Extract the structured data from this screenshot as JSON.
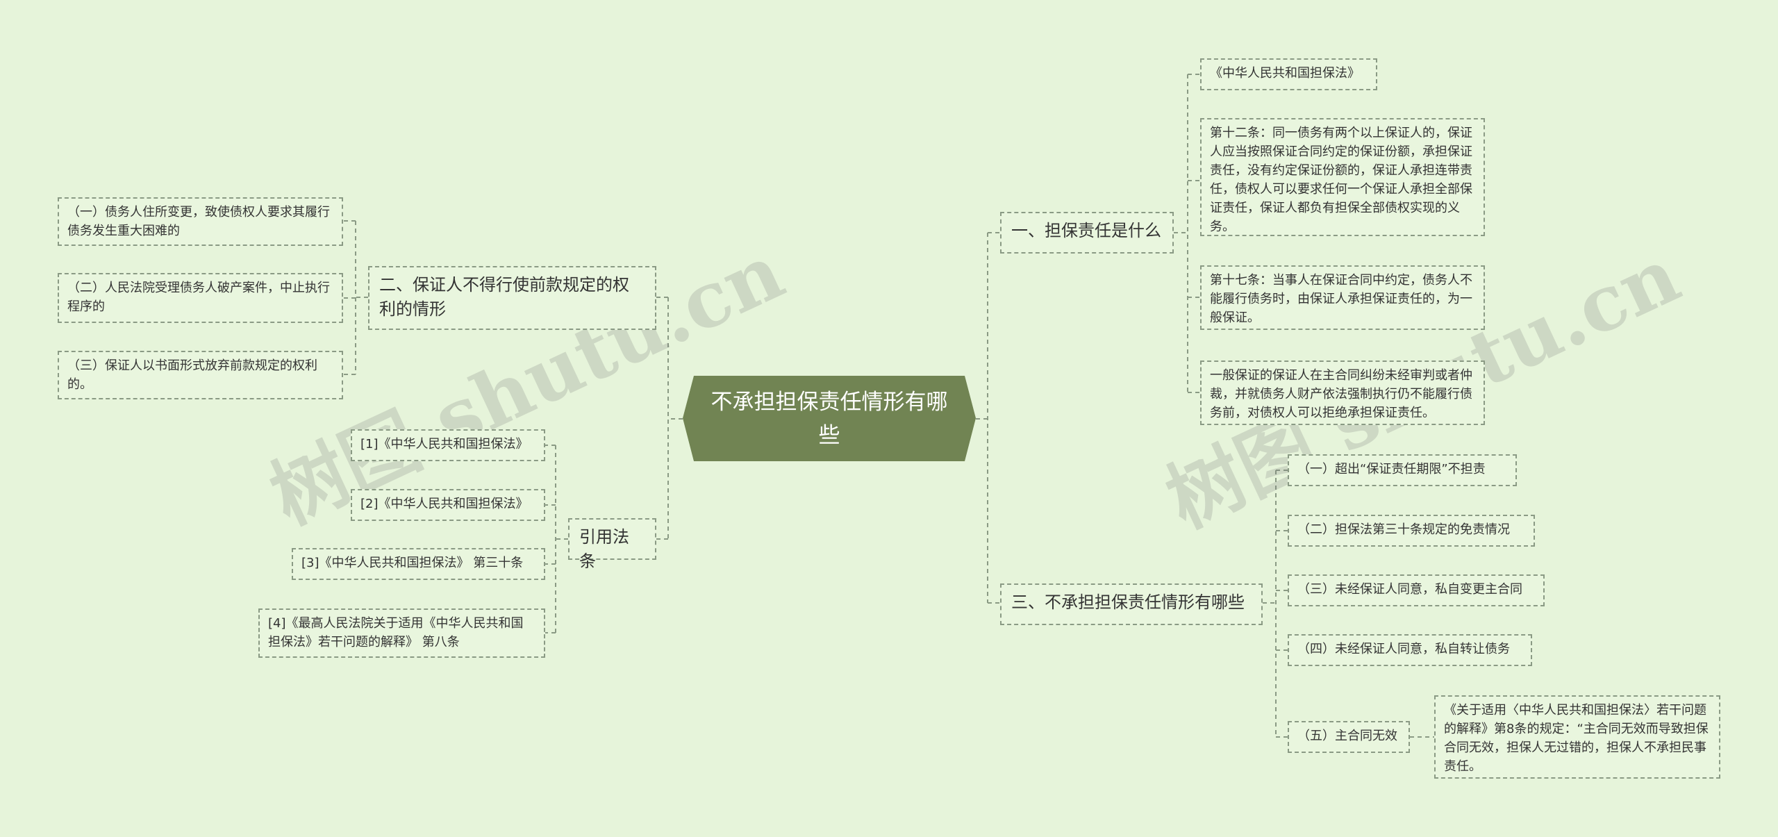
{
  "root": {
    "label": "不承担担保责任情形有哪些"
  },
  "branches": {
    "b1": {
      "label": "一、担保责任是什么"
    },
    "b2": {
      "label": "二、保证人不得行使前款规定的权利的情形"
    },
    "b3": {
      "label": "引用法条"
    },
    "b4": {
      "label": "三、不承担担保责任情形有哪些"
    }
  },
  "b1_children": [
    "《中华人民共和国担保法》",
    "第十二条：同一债务有两个以上保证人的，保证人应当按照保证合同约定的保证份额，承担保证责任，没有约定保证份额的，保证人承担连带责任，债权人可以要求任何一个保证人承担全部保证责任，保证人都负有担保全部债权实现的义务。",
    "第十七条：当事人在保证合同中约定，债务人不能履行债务时，由保证人承担保证责任的，为一般保证。",
    "一般保证的保证人在主合同纠纷未经审判或者仲裁，并就债务人财产依法强制执行仍不能履行债务前，对债权人可以拒绝承担保证责任。"
  ],
  "b2_children": [
    "（一）债务人住所变更，致使债权人要求其履行债务发生重大困难的",
    "（二）人民法院受理债务人破产案件，中止执行程序的",
    "（三）保证人以书面形式放弃前款规定的权利的。"
  ],
  "b3_children": [
    "[1]《中华人民共和国担保法》",
    "[2]《中华人民共和国担保法》",
    "[3]《中华人民共和国担保法》 第三十条",
    "[4]《最高人民法院关于适用《中华人民共和国担保法》若干问题的解释》 第八条"
  ],
  "b4_children": [
    "（一）超出“保证责任期限”不担责",
    "（二）担保法第三十条规定的免责情况",
    "（三）未经保证人同意，私自变更主合同",
    "（四）未经保证人同意，私自转让债务",
    "（五）主合同无效"
  ],
  "b4_5_child": "《关于适用〈中华人民共和国担保法〉若干问题的解释》第8条的规定：“主合同无效而导致担保合同无效，担保人无过错的，担保人不承担民事责任。",
  "watermarks": [
    "树图 shutu.cn",
    "树图 shutu.cn"
  ],
  "colors": {
    "root_fill": "#718453",
    "line": "#8a9a84",
    "background": "#e6f4da"
  }
}
